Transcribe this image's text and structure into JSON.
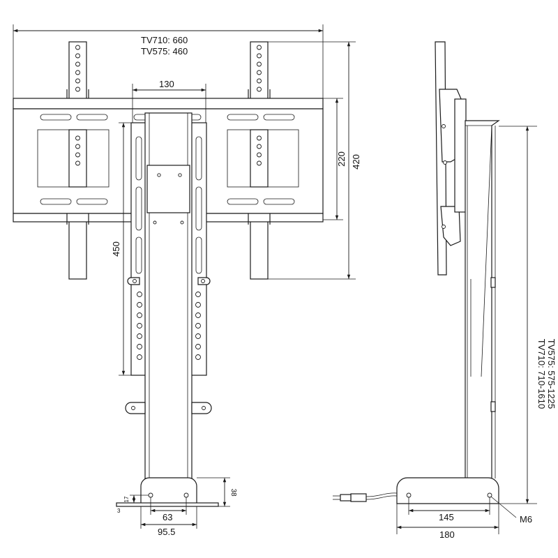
{
  "front_view": {
    "overall_width": {
      "line1": "TV710:  660",
      "line2": "TV575:  460"
    },
    "vesa_width": "130",
    "vesa_height": "220",
    "bracket_height": "420",
    "slot_length": "450",
    "base_height": "38",
    "hole_offset": "17",
    "plate_thickness": "3",
    "hole_spacing": "63",
    "base_width": "95.5"
  },
  "side_view": {
    "travel": {
      "line1": "TV575:  575-1225",
      "line2": "TV710:  710-1610"
    },
    "hole_spacing": "145",
    "base_depth": "180",
    "thread": "M6"
  },
  "colors": {
    "line": "#1a1a1a",
    "background": "#ffffff"
  }
}
